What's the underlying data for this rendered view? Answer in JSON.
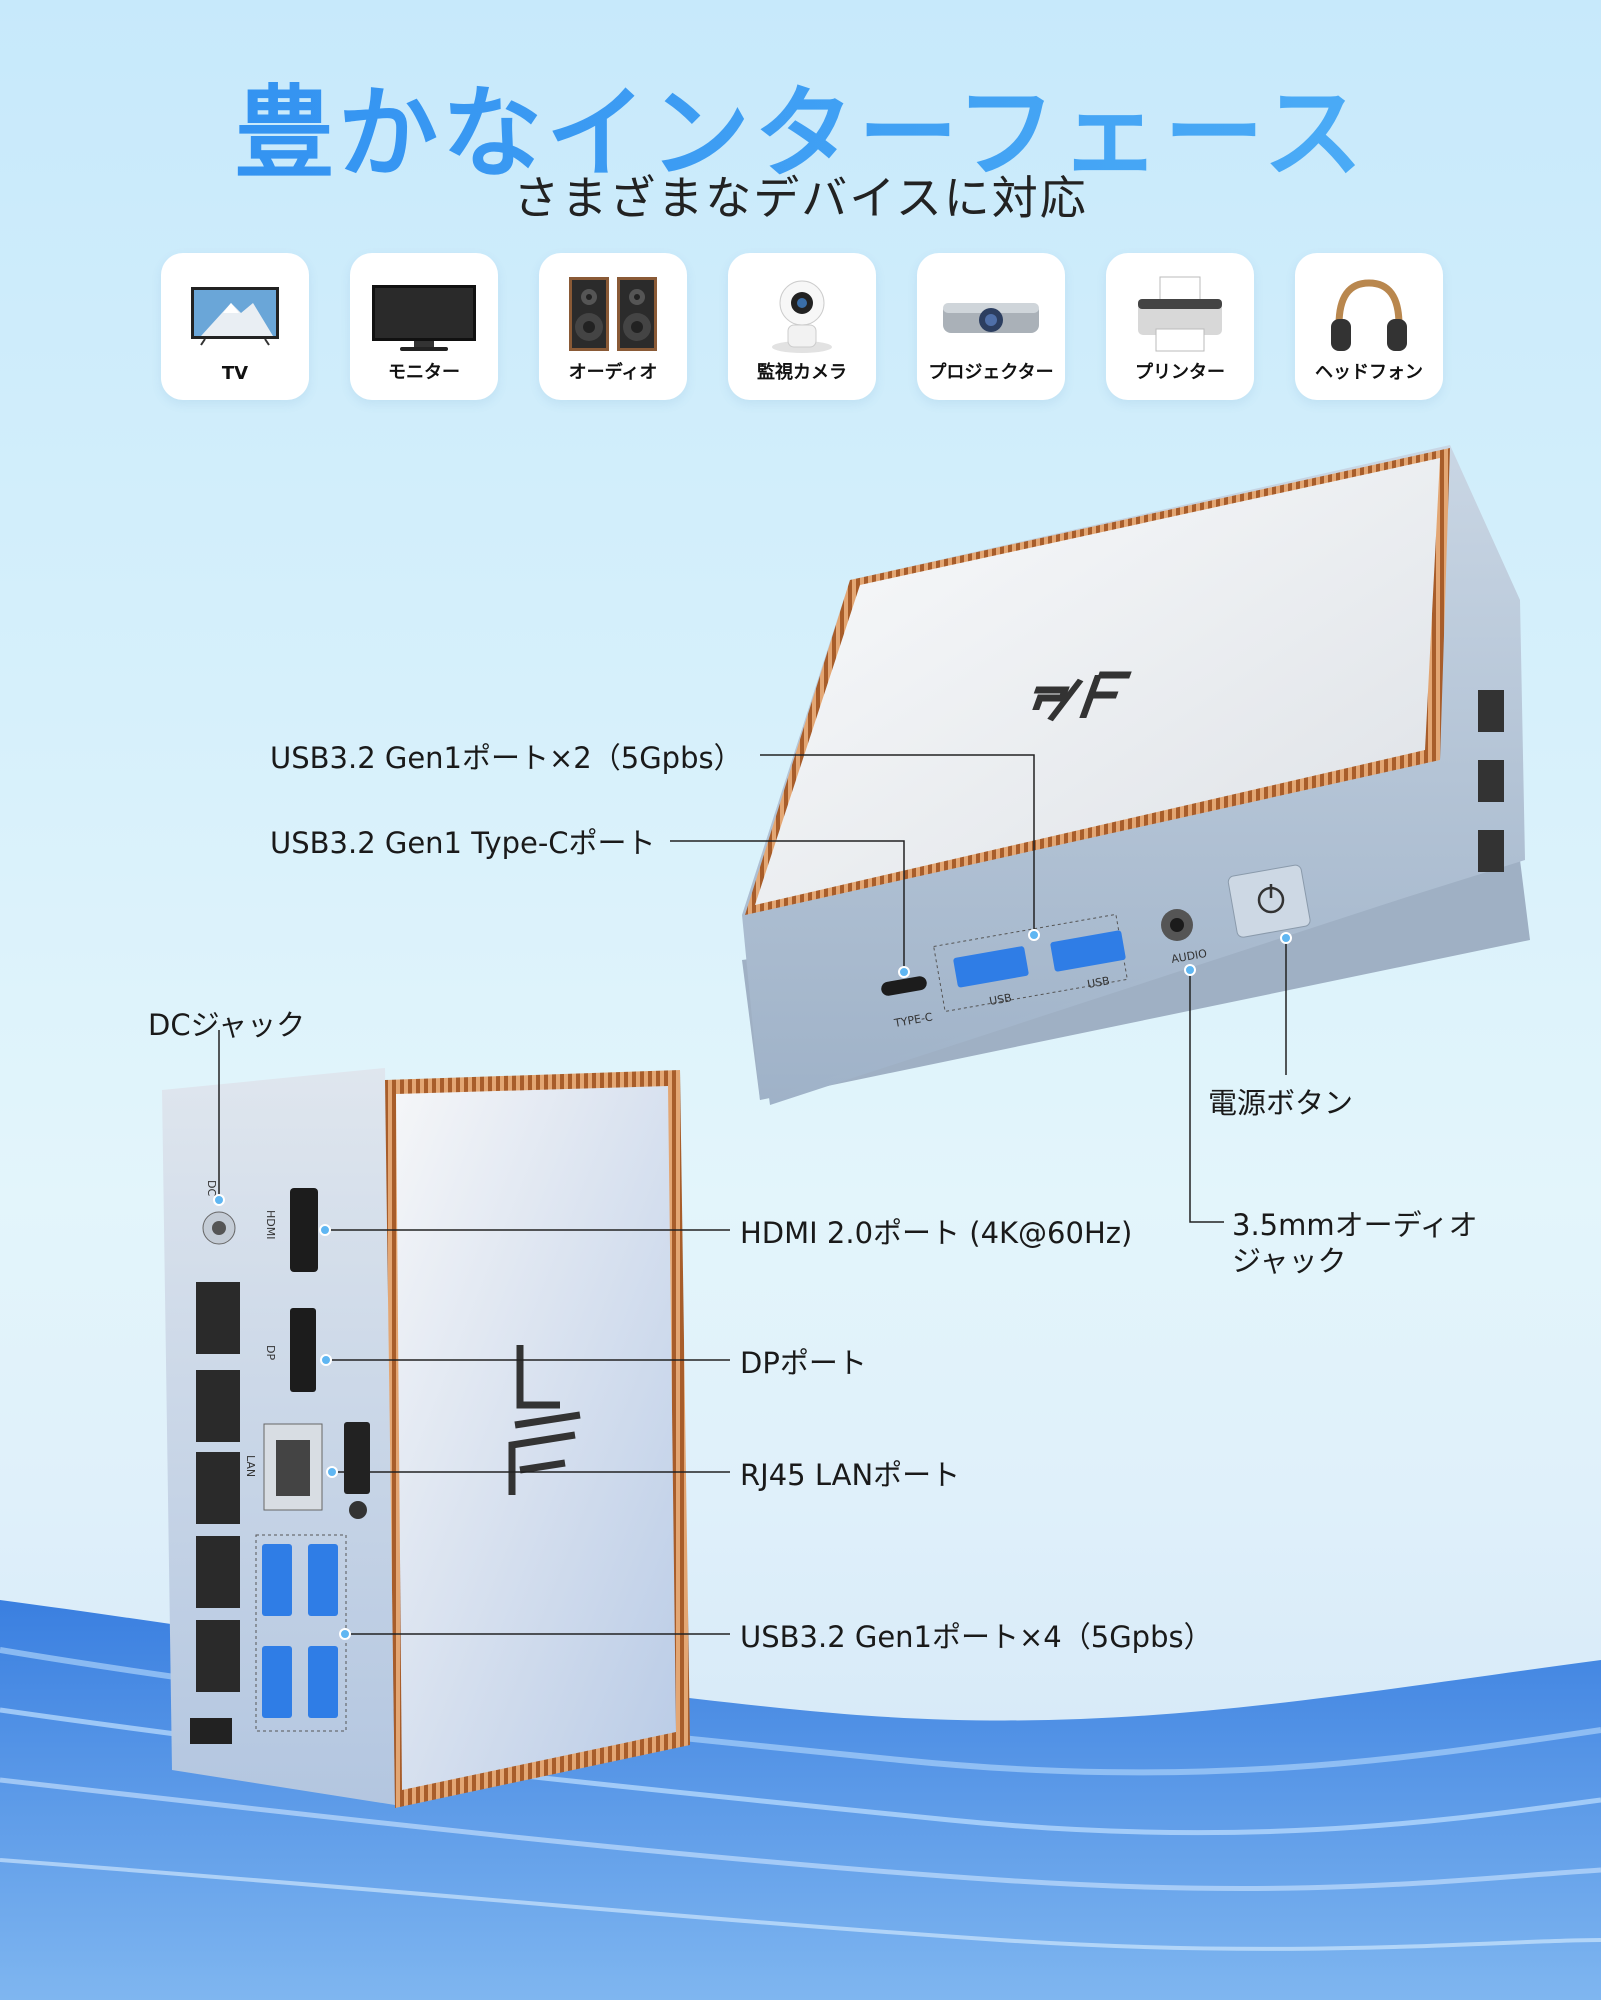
{
  "header": {
    "title": "豊かなインターフェース",
    "subtitle": "さまざまなデバイスに対応"
  },
  "devices": [
    {
      "label": "TV",
      "icon": "tv-icon"
    },
    {
      "label": "モニター",
      "icon": "monitor-icon"
    },
    {
      "label": "オーディオ",
      "icon": "speakers-icon"
    },
    {
      "label": "監視カメラ",
      "icon": "security-camera-icon"
    },
    {
      "label": "プロジェクター",
      "icon": "projector-icon"
    },
    {
      "label": "プリンター",
      "icon": "printer-icon"
    },
    {
      "label": "ヘッドフォン",
      "icon": "headphones-icon"
    }
  ],
  "callouts": {
    "usb_front": "USB3.2 Gen1ポート×2（5Gpbs）",
    "typec_front": "USB3.2 Gen1 Type-Cポート",
    "dc_jack": "DCジャック",
    "power_button": "電源ボタン",
    "hdmi": "HDMI 2.0ポート (4K@60Hz)",
    "audio_jack_line1": "3.5mmオーディオ",
    "audio_jack_line2": "ジャック",
    "dp": "DPポート",
    "rj45": "RJ45 LANポート",
    "usb_rear": "USB3.2 Gen1ポート×4（5Gpbs）"
  },
  "port_labels": {
    "typec": "TYPE-C",
    "usb": "USB",
    "audio": "AUDIO",
    "hdmi": "HDMI",
    "dp": "DP",
    "lan": "LAN",
    "dc": "DC"
  },
  "colors": {
    "title_blue": "#2f8ef0",
    "usb_blue": "#2f7de6",
    "copper": "#c9783a",
    "callout_dot": "#5fb6f2"
  }
}
